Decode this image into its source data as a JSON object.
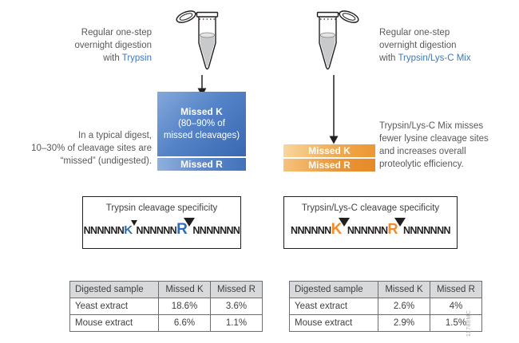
{
  "accent": {
    "blue": "#3c77bf",
    "orange": "#f28c28",
    "box_blue": "#3a67b2"
  },
  "left": {
    "intro": {
      "line1": "Regular one-step",
      "line2": "overnight digestion",
      "line3_prefix": "with ",
      "line3_accent": "Trypsin"
    },
    "note": {
      "line1": "In a typical digest,",
      "line2": "10–30% of cleavage sites are",
      "line3": "“missed” (undigested)."
    },
    "missed_k_box": {
      "title": "Missed K",
      "sub1": "(80–90% of",
      "sub2": "missed cleavages)"
    },
    "missed_r_label": "Missed R",
    "specificity": {
      "title": "Trypsin cleavage specificity",
      "seq": {
        "n1": "NNNNNN",
        "k": "K",
        "n2": "NNNNNN",
        "r": "R",
        "n3": "NNNNNNN"
      }
    },
    "table": {
      "headers": [
        "Digested sample",
        "Missed K",
        "Missed R"
      ],
      "rows": [
        [
          "Yeast extract",
          "18.6%",
          "3.6%"
        ],
        [
          "Mouse extract",
          "6.6%",
          "1.1%"
        ]
      ]
    }
  },
  "right": {
    "intro": {
      "line1": "Regular one-step",
      "line2": "overnight digestion",
      "line3_prefix": "with ",
      "line3_accent": "Trypsin/Lys-C Mix"
    },
    "note": {
      "line1": "Trypsin/Lys-C Mix misses",
      "line2": "fewer lysine cleavage sites",
      "line3": "and increases overall",
      "line4": "proteolytic efficiency."
    },
    "missed_k_label": "Missed K",
    "missed_r_label": "Missed R",
    "specificity": {
      "title": "Trypsin/Lys-C cleavage specificity",
      "seq": {
        "n1": "NNNNNN",
        "k": "K",
        "n2": "NNNNNN",
        "r": "R",
        "n3": "NNNNNNN"
      }
    },
    "table": {
      "headers": [
        "Digested sample",
        "Missed K",
        "Missed R"
      ],
      "rows": [
        [
          "Yeast extract",
          "2.6%",
          "4%"
        ],
        [
          "Mouse extract",
          "2.9%",
          "1.5%"
        ]
      ]
    }
  },
  "footnote": "11788MC"
}
